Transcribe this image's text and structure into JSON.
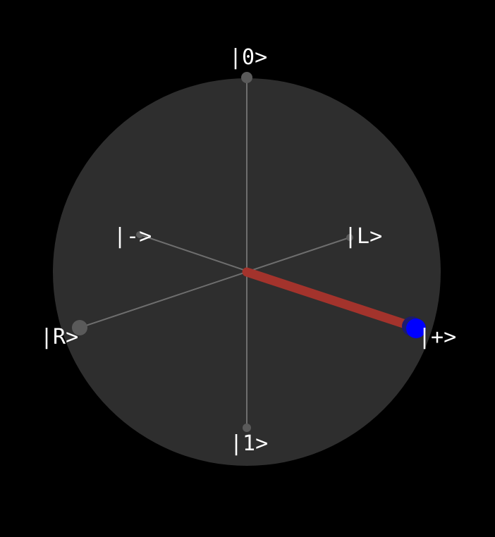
{
  "colors": {
    "background": "#000000",
    "sphere": "#2e2e2e",
    "axis": "#6e6e6e",
    "axis_endpoint": "#5a5a5a",
    "state_vector": "#a3332c",
    "state_point": "#0000ff",
    "label": "#ffffff"
  },
  "labels": {
    "zero": "|0>",
    "one": "|1>",
    "plus": "|+>",
    "minus": "|->",
    "left": "|L>",
    "right": "|R>"
  },
  "state": {
    "name": "|+>"
  }
}
